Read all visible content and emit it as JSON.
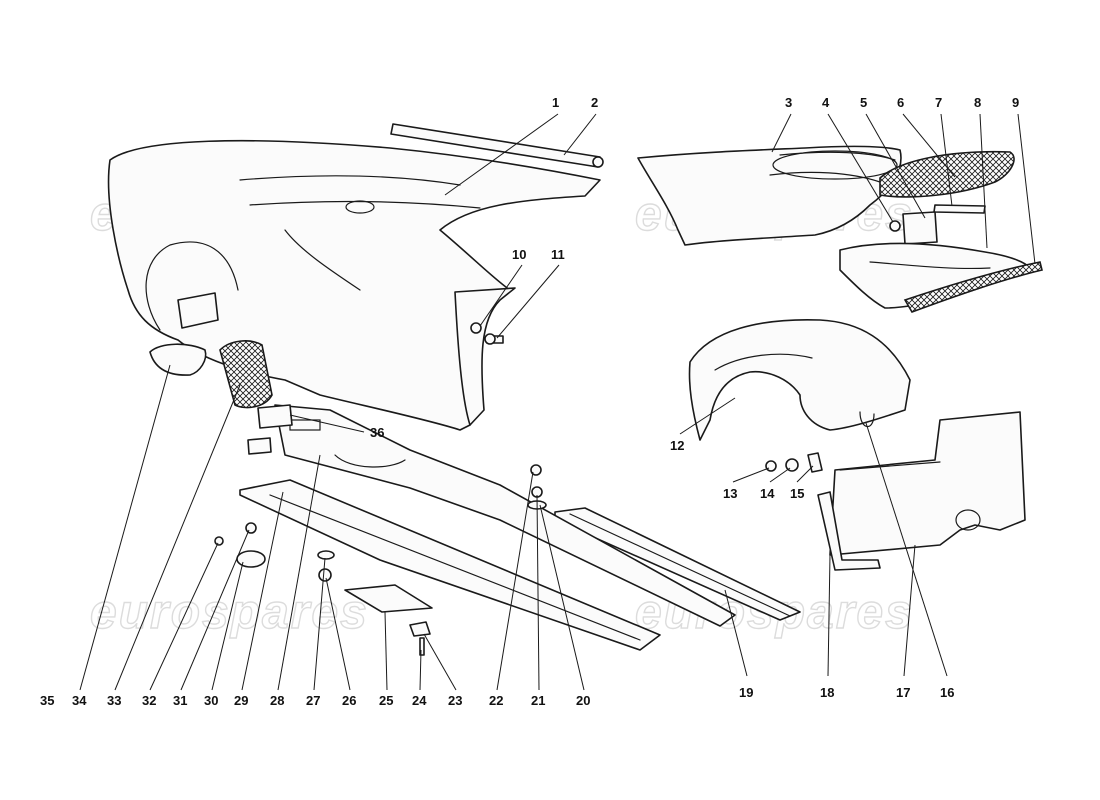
{
  "watermark": {
    "text": "eurospares"
  },
  "colors": {
    "background": "#ffffff",
    "ink": "#1a1a1a",
    "watermark": "#dcdcdc"
  },
  "callouts": [
    {
      "id": "1",
      "text": "1"
    },
    {
      "id": "2",
      "text": "2"
    },
    {
      "id": "3",
      "text": "3"
    },
    {
      "id": "4",
      "text": "4"
    },
    {
      "id": "5",
      "text": "5"
    },
    {
      "id": "6",
      "text": "6"
    },
    {
      "id": "7",
      "text": "7"
    },
    {
      "id": "8",
      "text": "8"
    },
    {
      "id": "9",
      "text": "9"
    },
    {
      "id": "10",
      "text": "10"
    },
    {
      "id": "11",
      "text": "11"
    },
    {
      "id": "12",
      "text": "12"
    },
    {
      "id": "13",
      "text": "13"
    },
    {
      "id": "14",
      "text": "14"
    },
    {
      "id": "15",
      "text": "15"
    },
    {
      "id": "16",
      "text": "16"
    },
    {
      "id": "17",
      "text": "17"
    },
    {
      "id": "18",
      "text": "18"
    },
    {
      "id": "19",
      "text": "19"
    },
    {
      "id": "20",
      "text": "20"
    },
    {
      "id": "21",
      "text": "21"
    },
    {
      "id": "22",
      "text": "22"
    },
    {
      "id": "23",
      "text": "23"
    },
    {
      "id": "24",
      "text": "24"
    },
    {
      "id": "25",
      "text": "25"
    },
    {
      "id": "26",
      "text": "26"
    },
    {
      "id": "27",
      "text": "27"
    },
    {
      "id": "28",
      "text": "28"
    },
    {
      "id": "29",
      "text": "29"
    },
    {
      "id": "30",
      "text": "30"
    },
    {
      "id": "31",
      "text": "31"
    },
    {
      "id": "32",
      "text": "32"
    },
    {
      "id": "33",
      "text": "33"
    },
    {
      "id": "34",
      "text": "34"
    },
    {
      "id": "35",
      "text": "35"
    },
    {
      "id": "36",
      "text": "36"
    }
  ]
}
